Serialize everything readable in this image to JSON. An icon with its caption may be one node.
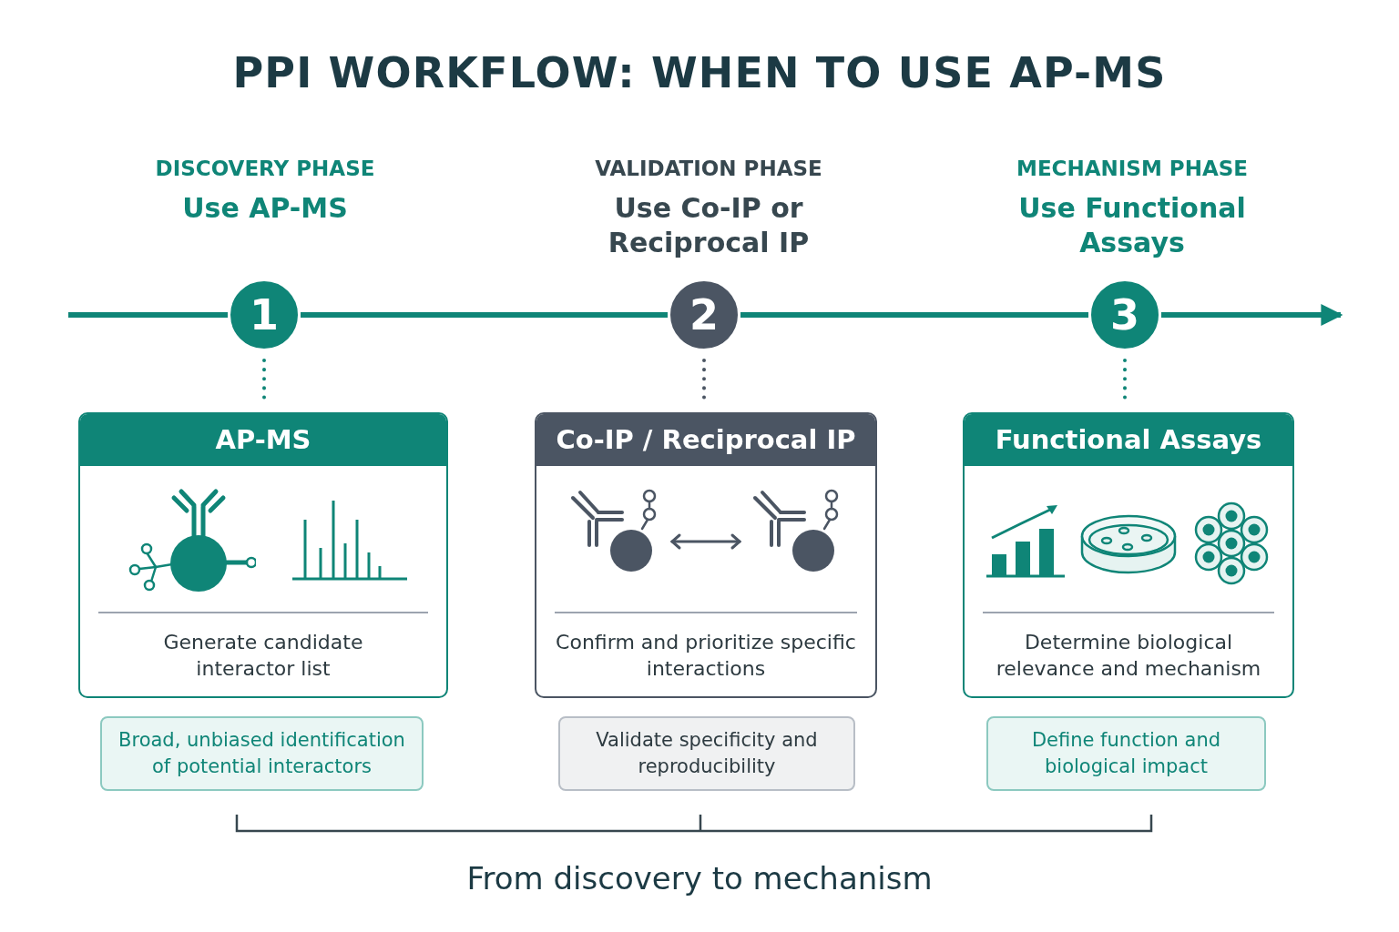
{
  "diagram": {
    "title": "PPI WORKFLOW: WHEN TO USE AP-MS",
    "nodes": [
      {
        "text": [
          "1"
        ]
      },
      {
        "text": [
          "2"
        ]
      },
      {
        "text": [
          "3"
        ]
      },
      {
        "text": [
          "AP-MS",
          "Generate candidate interactor list"
        ]
      },
      {
        "text": [
          "Co-IP / Reciprocal IP",
          "Confirm and prioritize specific interactions"
        ]
      },
      {
        "text": [
          "Functional Assays",
          "Determine biological relevance and mechanism"
        ]
      },
      {
        "text": [
          "Broad, unbiased identification of potential interactors"
        ]
      },
      {
        "text": [
          "Validate specificity and reproducibility"
        ]
      },
      {
        "text": [
          "Define function and biological impact"
        ]
      }
    ],
    "edges": [
      {
        "from": null,
        "to": 0,
        "arrow": "none"
      },
      {
        "from": 0,
        "to": 1,
        "arrow": "none"
      },
      {
        "from": 1,
        "to": 2,
        "arrow": "none"
      },
      {
        "from": 2,
        "to": null,
        "arrow": "to"
      },
      {
        "from": 0,
        "to": 3,
        "arrow": "none",
        "style": "dashed"
      },
      {
        "from": 1,
        "to": 4,
        "arrow": "none",
        "style": "dashed",
        "color": "#4b5563"
      },
      {
        "from": 2,
        "to": 5,
        "arrow": "none",
        "style": "dashed"
      }
    ],
    "labels": [
      "DISCOVERY PHASE",
      "Use AP-MS",
      "VALIDATION PHASE",
      "Use Co-IP or Reciprocal IP",
      "MECHANISM PHASE",
      "Use Functional Assays"
    ],
    "caption": "From discovery to mechanism"
  }
}
